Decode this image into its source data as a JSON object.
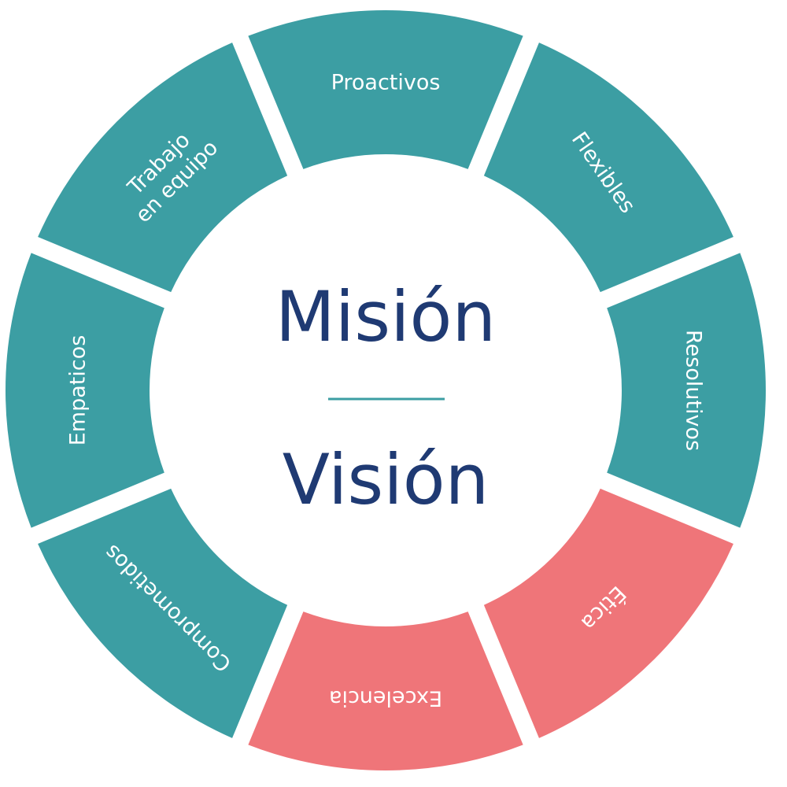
{
  "diagram": {
    "center": {
      "title_top": "Misión",
      "title_bottom": "Visión"
    },
    "colors": {
      "primary": "#3C9EA3",
      "accent": "#EF7579",
      "text_dark": "#1F3A73",
      "label_text": "#FFFFFF",
      "divider": "#3C9EA3"
    },
    "segments": [
      {
        "label": "Proactivos",
        "lines": [
          "Proactivos"
        ],
        "color": "primary"
      },
      {
        "label": "Flexibles",
        "lines": [
          "Flexibles"
        ],
        "color": "primary"
      },
      {
        "label": "Resolutivos",
        "lines": [
          "Resolutivos"
        ],
        "color": "primary"
      },
      {
        "label": "Ética",
        "lines": [
          "Ética"
        ],
        "color": "accent"
      },
      {
        "label": "Excelencia",
        "lines": [
          "Excelencia"
        ],
        "color": "accent"
      },
      {
        "label": "Comprometidos",
        "lines": [
          "Comprometidos"
        ],
        "color": "primary"
      },
      {
        "label": "Empaticos",
        "lines": [
          "Empaticos"
        ],
        "color": "primary"
      },
      {
        "label": "Trabajo en equipo",
        "lines": [
          "Trabajo",
          "en equipo"
        ],
        "color": "primary"
      }
    ]
  }
}
